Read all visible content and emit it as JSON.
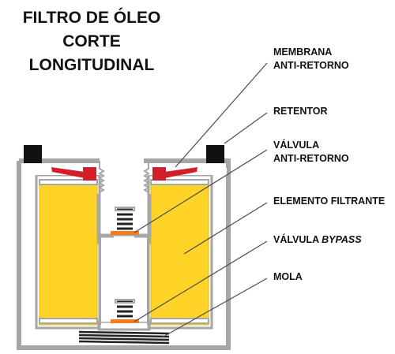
{
  "title": {
    "line1": "FILTRO DE ÓLEO",
    "line2": "CORTE",
    "line3": "LONGITUDINAL"
  },
  "labels": {
    "membrana": {
      "line1": "MEMBRANA",
      "line2": "ANTI-RETORNO"
    },
    "retentor": {
      "line1": "RETENTOR"
    },
    "valvula_antiretorno": {
      "line1": "VÁLVULA",
      "line2": "ANTI-RETORNO"
    },
    "elemento_filtrante": {
      "line1": "ELEMENTO FILTRANTE"
    },
    "valvula_bypass": {
      "prefix": "VÁLVULA ",
      "emphasis": "BYPASS"
    },
    "mola": {
      "line1": "MOLA"
    }
  },
  "colors": {
    "filter_element": "#FFD427",
    "filter_element_edge": "#E8B800",
    "housing": "#A6A6A6",
    "retainer": "#111111",
    "membrane": "#D21F2A",
    "valve_disc": "#F47B20",
    "spring": "#222222",
    "leader": "#4D4D4D"
  }
}
